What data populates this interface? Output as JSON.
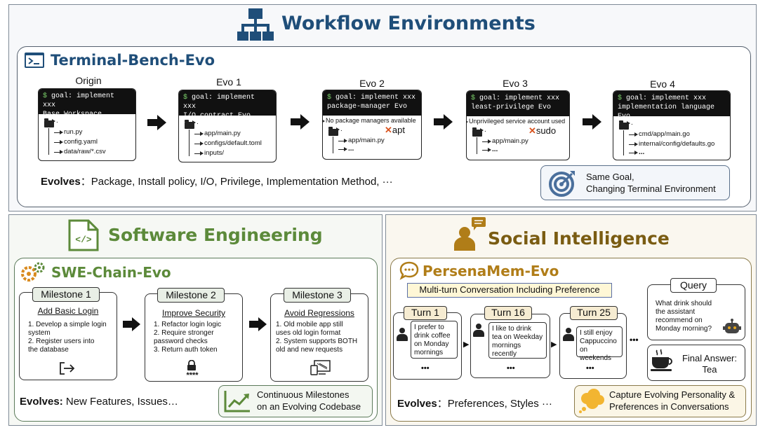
{
  "header": {
    "title": "Workflow Environments",
    "colors": {
      "primary": "#1f4e79",
      "se": "#5c8a3a",
      "si": "#7a5c12"
    }
  },
  "terminal_bench": {
    "title": "Terminal-Bench-Evo",
    "stages": [
      {
        "label": "Origin",
        "goal": "goal: implement xxx",
        "goal_sub": "Base Workspace",
        "note": "",
        "blocked": "",
        "files": [
          "run.py",
          "config.yaml",
          "data/raw/*.csv"
        ]
      },
      {
        "label": "Evo 1",
        "goal": "goal: implement xxx",
        "goal_sub": "I/O contract Evo",
        "note": "",
        "blocked": "",
        "files": [
          "app/main.py",
          "configs/default.toml",
          "inputs/"
        ]
      },
      {
        "label": "Evo 2",
        "goal": "goal: implement xxx",
        "goal_sub": "package-manager Evo",
        "note": "No package managers available",
        "blocked": "apt",
        "files": [
          "app/main.py",
          "..."
        ]
      },
      {
        "label": "Evo 3",
        "goal": "goal: implement xxx",
        "goal_sub": "least-privilege Evo",
        "note": "Unprivileged service account used",
        "blocked": "sudo",
        "files": [
          "app/main.py",
          "..."
        ]
      },
      {
        "label": "Evo 4",
        "goal": "goal: implement xxx",
        "goal_sub": "implementation language Evo",
        "note": "",
        "blocked": "",
        "files": [
          "cmd/app/main.go",
          "internal/config/defaults.go",
          "..."
        ]
      }
    ],
    "evolves_label": "Evolves",
    "evolves_text": "：Package, Install policy, I/O, Privilege, Implementation Method, ···",
    "summary_line1": "Same Goal,",
    "summary_line2": "Changing Terminal Environment",
    "prompt_symbol": "$",
    "folder_root": "."
  },
  "software_engineering": {
    "title": "Software Engineering",
    "icon_text": "</>",
    "chain_title": "SWE-Chain-Evo",
    "milestones": [
      {
        "label": "Milestone 1",
        "subtitle": "Add Basic Login",
        "items": [
          "1. Develop a simple login",
          "system",
          "2. Register users into",
          "the database"
        ],
        "extra": ""
      },
      {
        "label": "Milestone 2",
        "subtitle": "Improve Security",
        "items": [
          "1. Refactor login logic",
          "2. Require stronger",
          "password checks",
          "3. Return auth token"
        ],
        "extra": "****"
      },
      {
        "label": "Milestone 3",
        "subtitle": "Avoid Regressions",
        "items": [
          "1. Old mobile app still",
          "uses old login format",
          "2. System supports BOTH",
          "old and new requests"
        ],
        "extra": ""
      }
    ],
    "evolves_label": "Evolves:",
    "evolves_text": " New Features, Issues…",
    "summary_line1": "Continuous Milestones",
    "summary_line2": "on an Evolving Codebase"
  },
  "social_intelligence": {
    "title": "Social Intelligence",
    "chain_title": "PersenaMem-Evo",
    "conversation_label": "Multi-turn Conversation Including Preference",
    "turns": [
      {
        "label": "Turn 1",
        "text": [
          "I prefer to",
          "drink coffee",
          "on Monday",
          "mornings"
        ],
        "more": "•••"
      },
      {
        "label": "Turn 16",
        "text": [
          "I like to drink",
          "tea on Weekday",
          "mornings",
          "recently"
        ],
        "more": "•••"
      },
      {
        "label": "Turn 25",
        "text": [
          "I still enjoy",
          "Cappuccino",
          "on weekends"
        ],
        "more": "•••"
      }
    ],
    "ellipsis": "•••",
    "query_label": "Query",
    "query_text": [
      "What drink should",
      "the assistant",
      "recommend on",
      "Monday morning?"
    ],
    "final_answer_label": "Final Answer:",
    "final_answer": "Tea",
    "evolves_label": "Evolves",
    "evolves_text": "：Preferences, Styles ···",
    "summary_line1": "Capture Evolving Personality &",
    "summary_line2": "Preferences in Conversations"
  }
}
